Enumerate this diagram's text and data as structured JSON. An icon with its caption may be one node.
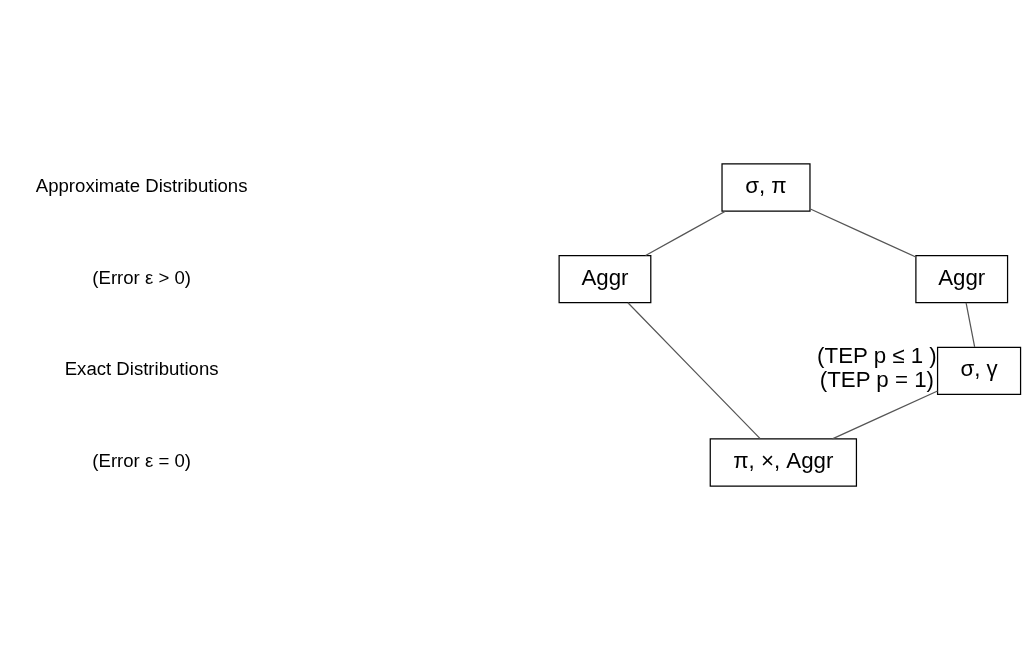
{
  "diagram": {
    "nodes": [
      {
        "text": [
          "σ, π"
        ]
      },
      {
        "text": [
          "Aggr"
        ]
      },
      {
        "text": [
          "Aggr"
        ]
      },
      {
        "text": [
          "σ, γ"
        ],
        "beside": [
          "(TEP p ≤ 1 )",
          "(TEP p = 1)"
        ]
      },
      {
        "text": [
          "π, ×, Aggr"
        ]
      }
    ],
    "edges": [
      {
        "from": 0,
        "to": 1,
        "arrow": "none"
      },
      {
        "from": 0,
        "to": 2,
        "arrow": "none"
      },
      {
        "from": 2,
        "to": 3,
        "arrow": "none"
      },
      {
        "from": 1,
        "to": 4,
        "arrow": "none"
      },
      {
        "from": 3,
        "to": 4,
        "arrow": "none"
      }
    ],
    "labels": [
      "Approximate Distributions",
      "(Error ε > 0)",
      "Exact Distributions",
      "(Error ε = 0)"
    ]
  }
}
